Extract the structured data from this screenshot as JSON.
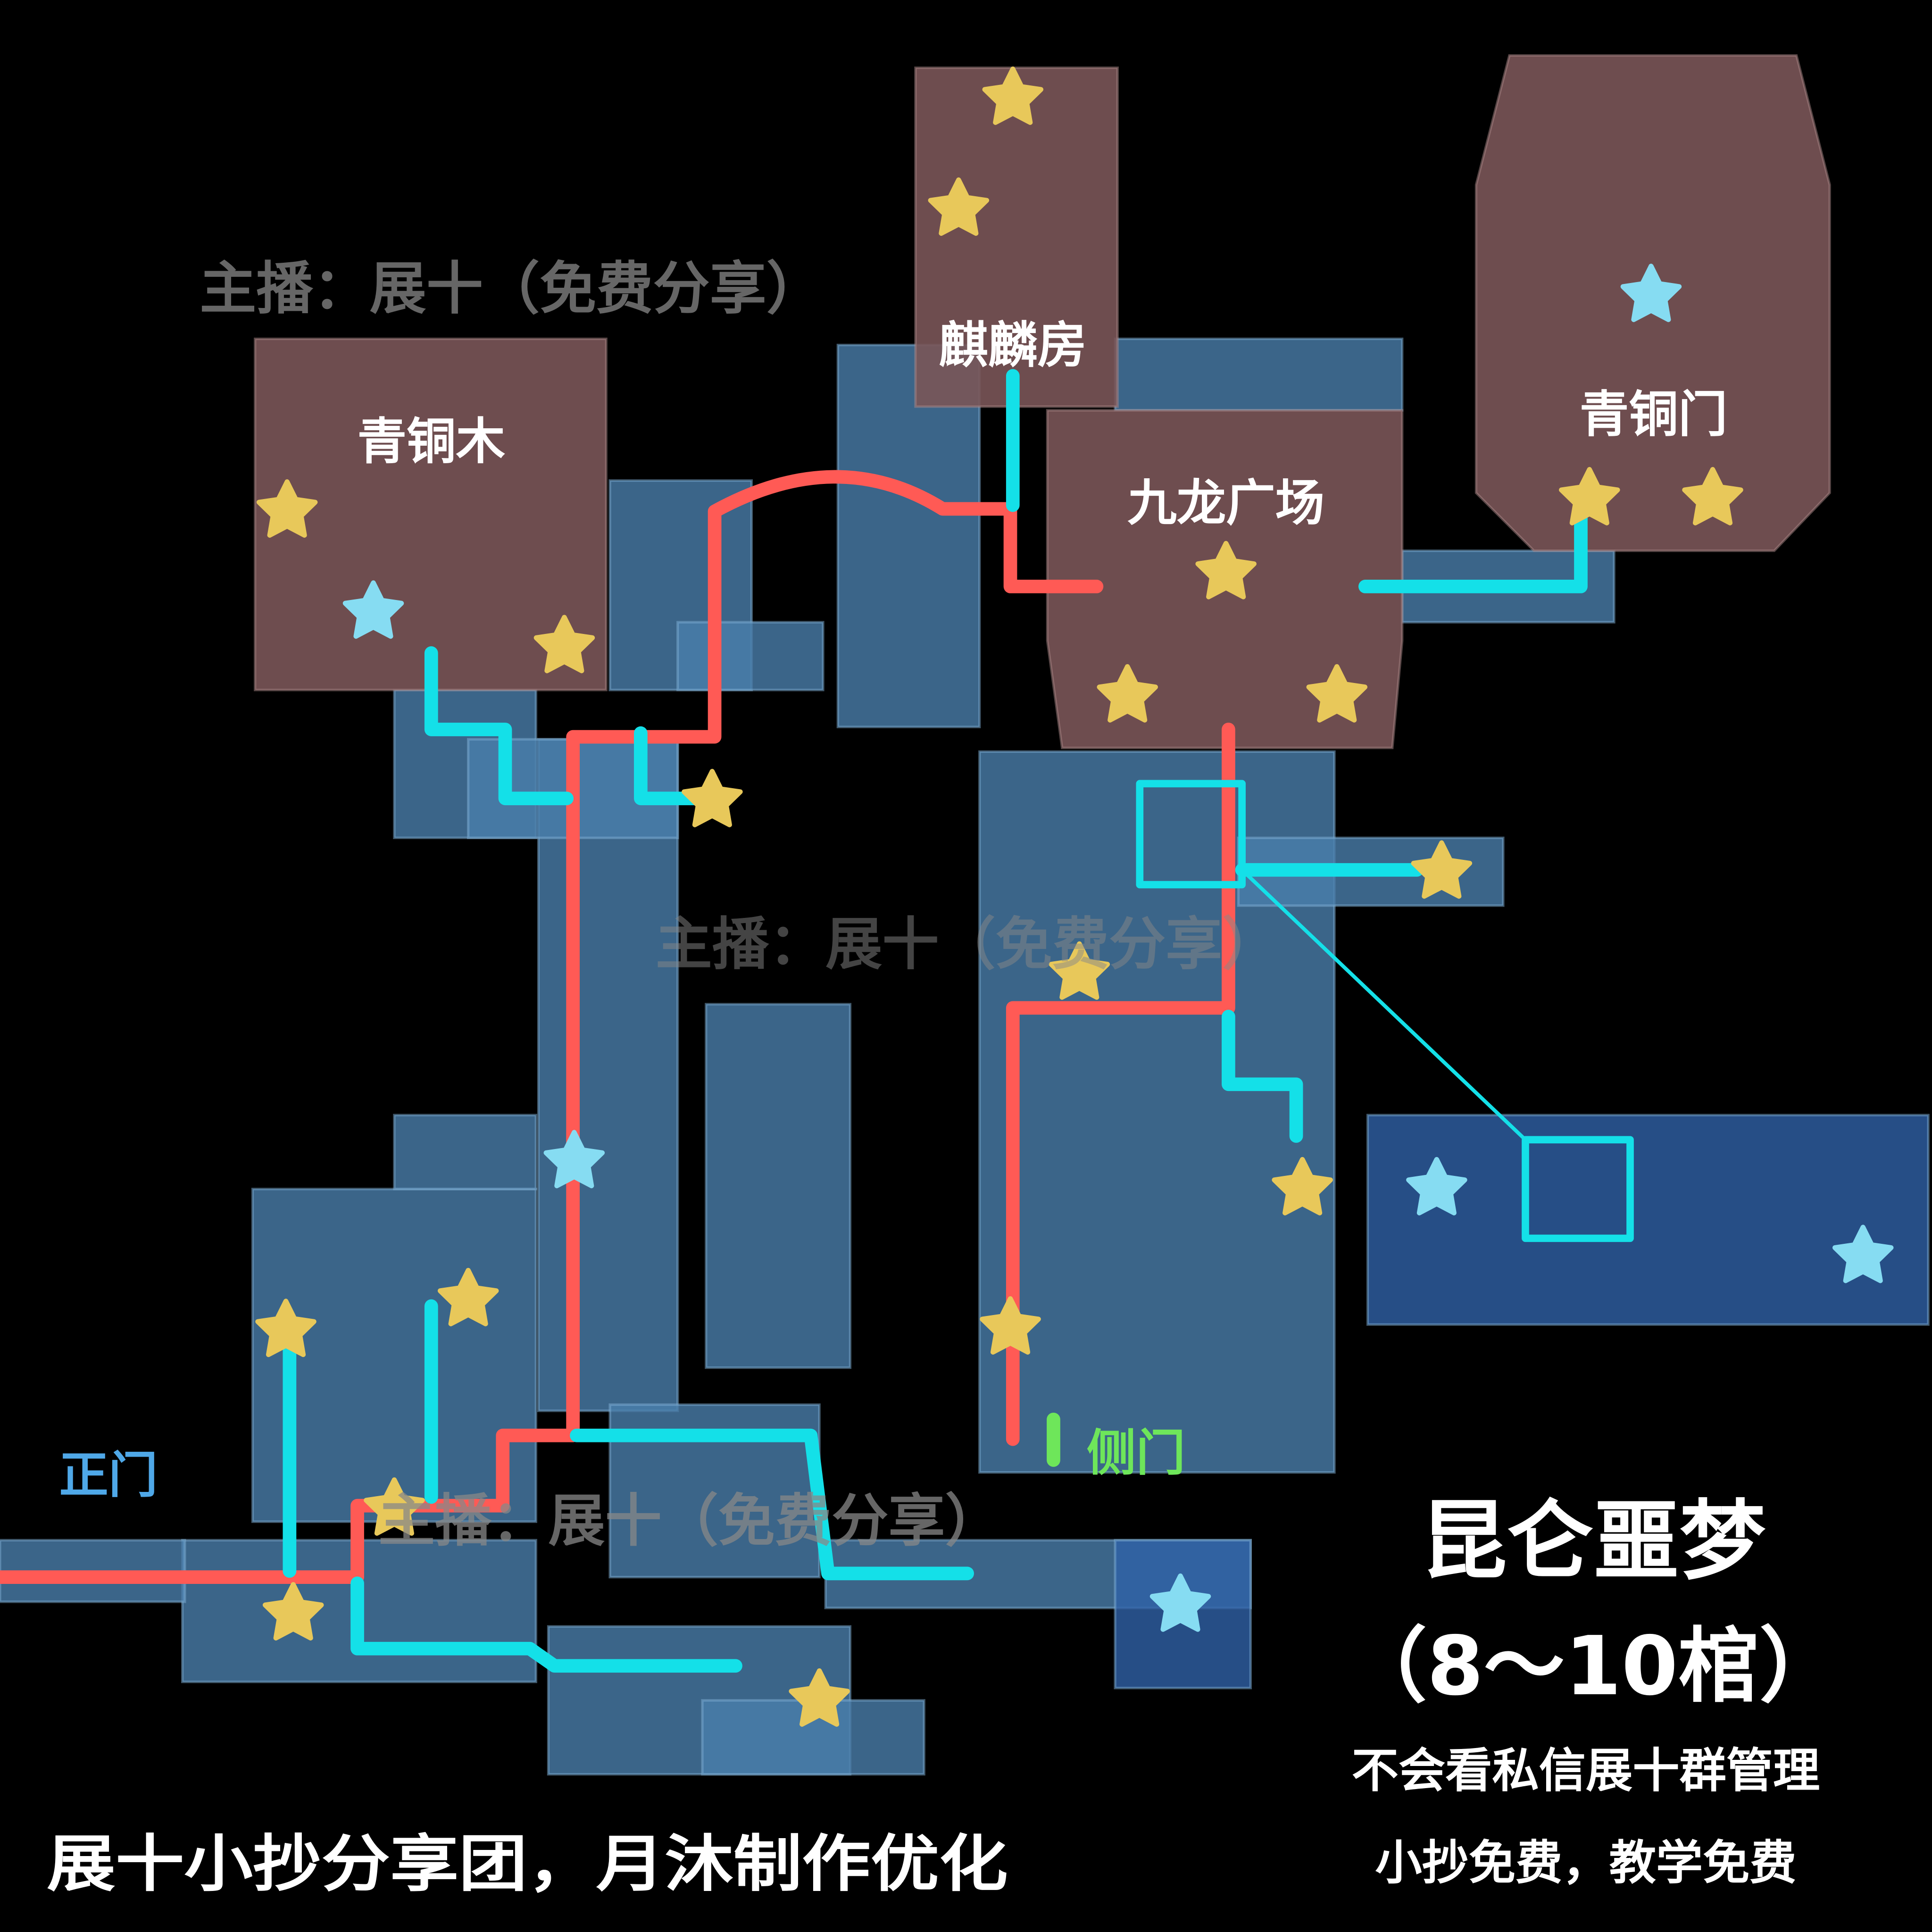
{
  "map": {
    "title": "昆仑噩梦",
    "subtitle": "（8～10棺）",
    "note_1": "不会看私信展十群管理",
    "note_2": "小抄免费，教学免费",
    "credit": "展十小抄分享团，月沐制作优化",
    "watermark": "主播：展十（免费分享）",
    "rooms": {
      "qilin": "麒麟房",
      "bronze_wood": "青铜木",
      "nine_dragon": "九龙广场",
      "bronze_gate": "青铜门"
    },
    "entrances": {
      "main": "正门",
      "side": "侧门"
    }
  },
  "colors": {
    "main_route": "#ff5a55",
    "alt_route": "#14e0e8",
    "side_gate": "#6ee65a",
    "main_gate": "#4fa8e8",
    "gold_star": "#e8c85a",
    "blue_star": "#86dcf2",
    "corridor": "#4a7eab",
    "special_room": "#7a5558"
  }
}
